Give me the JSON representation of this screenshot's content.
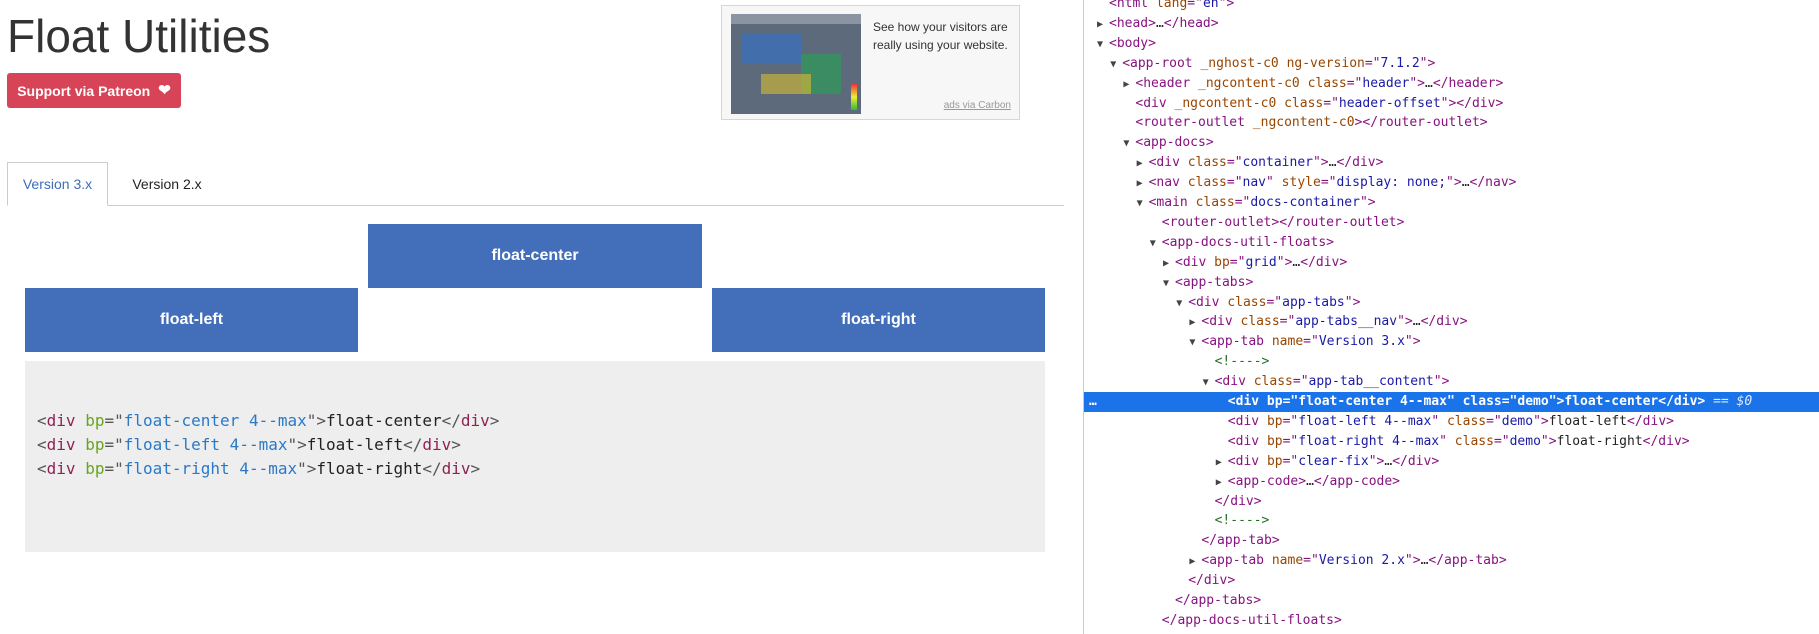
{
  "page": {
    "title": "Float Utilities",
    "patreon_label": "Support via Patreon",
    "patreon_icon": "heart-icon",
    "carbon_text": "See how your visitors are really using your website.",
    "carbon_via": "ads via Carbon",
    "tabs": [
      {
        "label": "Version 3.x",
        "active": true
      },
      {
        "label": "Version 2.x",
        "active": false
      }
    ],
    "demos": {
      "center": "float-center",
      "left": "float-left",
      "right": "float-right"
    },
    "code_lines": [
      {
        "tag": "div",
        "attr": "bp",
        "value": "float-center 4--max",
        "text": "float-center"
      },
      {
        "tag": "div",
        "attr": "bp",
        "value": "float-left 4--max",
        "text": "float-left"
      },
      {
        "tag": "div",
        "attr": "bp",
        "value": "float-right 4--max",
        "text": "float-right"
      }
    ],
    "colors": {
      "accent": "#436fba",
      "patreon": "#d84457",
      "code_bg": "#eeeeee"
    }
  },
  "devtools": {
    "nodes": [
      {
        "indent": 0,
        "arrow": "",
        "html": "<span class='t'>&lt;html</span> <span class='a'>lang</span><span class='t'>=\"</span><span class='v'>en</span><span class='t'>\"&gt;</span>"
      },
      {
        "indent": 0,
        "arrow": "▶",
        "html": "<span class='t'>&lt;head&gt;</span><span class='x'>…</span><span class='t'>&lt;/head&gt;</span>"
      },
      {
        "indent": 0,
        "arrow": "▼",
        "html": "<span class='t'>&lt;body&gt;</span>"
      },
      {
        "indent": 1,
        "arrow": "▼",
        "html": "<span class='t'>&lt;app-root</span> <span class='a'>_nghost-c0</span> <span class='a'>ng-version</span><span class='t'>=\"</span><span class='v'>7.1.2</span><span class='t'>\"&gt;</span>"
      },
      {
        "indent": 2,
        "arrow": "▶",
        "html": "<span class='t'>&lt;header</span> <span class='a'>_ngcontent-c0</span> <span class='a'>class</span><span class='t'>=\"</span><span class='v'>header</span><span class='t'>\"&gt;</span><span class='x'>…</span><span class='t'>&lt;/header&gt;</span>"
      },
      {
        "indent": 2,
        "arrow": "",
        "html": "<span class='t'>&lt;div</span> <span class='a'>_ngcontent-c0</span> <span class='a'>class</span><span class='t'>=\"</span><span class='v'>header-offset</span><span class='t'>\"&gt;&lt;/div&gt;</span>"
      },
      {
        "indent": 2,
        "arrow": "",
        "html": "<span class='t'>&lt;router-outlet</span> <span class='a'>_ngcontent-c0</span><span class='t'>&gt;&lt;/router-outlet&gt;</span>"
      },
      {
        "indent": 2,
        "arrow": "▼",
        "html": "<span class='t'>&lt;app-docs&gt;</span>"
      },
      {
        "indent": 3,
        "arrow": "▶",
        "html": "<span class='t'>&lt;div</span> <span class='a'>class</span><span class='t'>=\"</span><span class='v'>container</span><span class='t'>\"&gt;</span><span class='x'>…</span><span class='t'>&lt;/div&gt;</span>"
      },
      {
        "indent": 3,
        "arrow": "▶",
        "html": "<span class='t'>&lt;nav</span> <span class='a'>class</span><span class='t'>=\"</span><span class='v'>nav</span><span class='t'>\"</span> <span class='a'>style</span><span class='t'>=\"</span><span class='v'>display: none;</span><span class='t'>\"&gt;</span><span class='x'>…</span><span class='t'>&lt;/nav&gt;</span>"
      },
      {
        "indent": 3,
        "arrow": "▼",
        "html": "<span class='t'>&lt;main</span> <span class='a'>class</span><span class='t'>=\"</span><span class='v'>docs-container</span><span class='t'>\"&gt;</span>"
      },
      {
        "indent": 4,
        "arrow": "",
        "html": "<span class='t'>&lt;router-outlet&gt;&lt;/router-outlet&gt;</span>"
      },
      {
        "indent": 4,
        "arrow": "▼",
        "html": "<span class='t'>&lt;app-docs-util-floats&gt;</span>"
      },
      {
        "indent": 5,
        "arrow": "▶",
        "html": "<span class='t'>&lt;div</span> <span class='a'>bp</span><span class='t'>=\"</span><span class='v'>grid</span><span class='t'>\"&gt;</span><span class='x'>…</span><span class='t'>&lt;/div&gt;</span>"
      },
      {
        "indent": 5,
        "arrow": "▼",
        "html": "<span class='t'>&lt;app-tabs&gt;</span>"
      },
      {
        "indent": 6,
        "arrow": "▼",
        "html": "<span class='t'>&lt;div</span> <span class='a'>class</span><span class='t'>=\"</span><span class='v'>app-tabs</span><span class='t'>\"&gt;</span>"
      },
      {
        "indent": 7,
        "arrow": "▶",
        "html": "<span class='t'>&lt;div</span> <span class='a'>class</span><span class='t'>=\"</span><span class='v'>app-tabs__nav</span><span class='t'>\"&gt;</span><span class='x'>…</span><span class='t'>&lt;/div&gt;</span>"
      },
      {
        "indent": 7,
        "arrow": "▼",
        "html": "<span class='t'>&lt;app-tab</span> <span class='a'>name</span><span class='t'>=\"</span><span class='v'>Version 3.x</span><span class='t'>\"&gt;</span>"
      },
      {
        "indent": 8,
        "arrow": "",
        "html": "<span class='cm'>&lt;!----&gt;</span>"
      },
      {
        "indent": 8,
        "arrow": "▼",
        "html": "<span class='t'>&lt;div</span> <span class='a'>class</span><span class='t'>=\"</span><span class='v'>app-tab__content</span><span class='t'>\"&gt;</span>"
      },
      {
        "indent": 9,
        "arrow": "",
        "selected": true,
        "html": "<b>&lt;div bp=\"float-center 4--max\" class=\"demo\"&gt;float-center&lt;/div&gt;</b> <span class='eq'>== $0</span>"
      },
      {
        "indent": 9,
        "arrow": "",
        "html": "<span class='t'>&lt;div</span> <span class='a'>bp</span><span class='t'>=\"</span><span class='v'>float-left 4--max</span><span class='t'>\"</span> <span class='a'>class</span><span class='t'>=\"</span><span class='v'>demo</span><span class='t'>\"&gt;</span><span class='x'>float-left</span><span class='t'>&lt;/div&gt;</span>"
      },
      {
        "indent": 9,
        "arrow": "",
        "html": "<span class='t'>&lt;div</span> <span class='a'>bp</span><span class='t'>=\"</span><span class='v'>float-right 4--max</span><span class='t'>\"</span> <span class='a'>class</span><span class='t'>=\"</span><span class='v'>demo</span><span class='t'>\"&gt;</span><span class='x'>float-right</span><span class='t'>&lt;/div&gt;</span>"
      },
      {
        "indent": 9,
        "arrow": "▶",
        "html": "<span class='t'>&lt;div</span> <span class='a'>bp</span><span class='t'>=\"</span><span class='v'>clear-fix</span><span class='t'>\"&gt;</span><span class='x'>…</span><span class='t'>&lt;/div&gt;</span>"
      },
      {
        "indent": 9,
        "arrow": "▶",
        "html": "<span class='t'>&lt;app-code&gt;</span><span class='x'>…</span><span class='t'>&lt;/app-code&gt;</span>"
      },
      {
        "indent": 8,
        "arrow": "",
        "html": "<span class='t'>&lt;/div&gt;</span>"
      },
      {
        "indent": 8,
        "arrow": "",
        "html": "<span class='cm'>&lt;!----&gt;</span>"
      },
      {
        "indent": 7,
        "arrow": "",
        "html": "<span class='t'>&lt;/app-tab&gt;</span>"
      },
      {
        "indent": 7,
        "arrow": "▶",
        "html": "<span class='t'>&lt;app-tab</span> <span class='a'>name</span><span class='t'>=\"</span><span class='v'>Version 2.x</span><span class='t'>\"&gt;</span><span class='x'>…</span><span class='t'>&lt;/app-tab&gt;</span>"
      },
      {
        "indent": 6,
        "arrow": "",
        "html": "<span class='t'>&lt;/div&gt;</span>"
      },
      {
        "indent": 5,
        "arrow": "",
        "html": "<span class='t'>&lt;/app-tabs&gt;</span>"
      },
      {
        "indent": 4,
        "arrow": "",
        "html": "<span class='t'>&lt;/app-docs-util-floats&gt;</span>"
      }
    ]
  }
}
